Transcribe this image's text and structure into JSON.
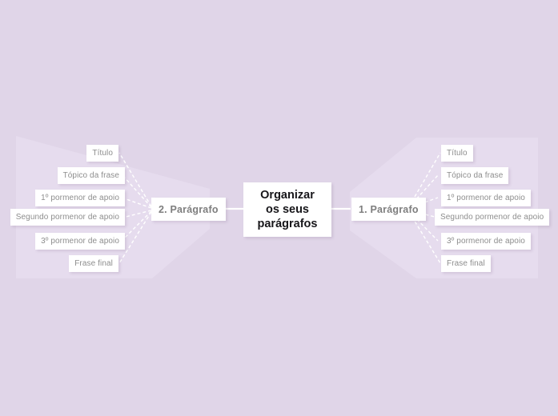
{
  "diagram": {
    "type": "mind-map",
    "title": "Organizar os seus parágrafos",
    "background_color": "#e0d5e8",
    "region_color": "#e6dcee",
    "node_fill": "#ffffff",
    "child_text_color": "#8d8d8d",
    "parent_text_color": "#7e7e7e",
    "center_text_color": "#17161a",
    "connector_color": "#ffffff"
  },
  "center": {
    "name": "center-node",
    "lines": [
      "Organizar",
      "os seus",
      "parágrafos"
    ]
  },
  "branches": [
    {
      "side": "left",
      "parent_label": "2. Parágrafo",
      "children": [
        "Título",
        "Tópico da frase",
        "1º pormenor de apoio",
        "Segundo pormenor de apoio",
        "3º pormenor de apoio",
        "Frase final"
      ]
    },
    {
      "side": "right",
      "parent_label": "1. Parágrafo",
      "children": [
        "Título",
        "Tópico da frase",
        "1º pormenor de apoio",
        "Segundo pormenor de apoio",
        "3º pormenor de apoio",
        "Frase final"
      ]
    }
  ]
}
